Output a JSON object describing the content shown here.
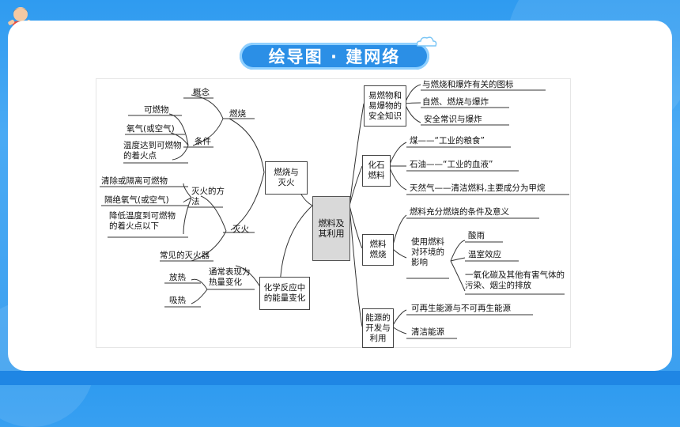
{
  "header": {
    "title": "绘导图 · 建网络"
  },
  "colors": {
    "background": "#3b9fef",
    "title_pill": "#2b8fe6",
    "center_box": "#d9d9d9",
    "line": "#333333"
  },
  "mindmap": {
    "center": "燃料及其利用",
    "combustion": {
      "title": "燃烧与灭火",
      "burning": {
        "label": "燃烧",
        "concept": "概念",
        "conditions": {
          "label": "条件",
          "items": [
            "可燃物",
            "氧气(或空气)",
            "温度达到可燃物的着火点"
          ]
        }
      },
      "extinguish": {
        "label": "灭火",
        "methods": {
          "label": "灭火的方法",
          "items": [
            "清除或隔离可燃物",
            "隔绝氧气(或空气)",
            "降低温度到可燃物的着火点以下"
          ]
        },
        "extinguishers": "常见的灭火器"
      }
    },
    "energy_change": {
      "title": "化学反应中的能量变化",
      "sub": "通常表现为热量变化",
      "items": [
        "放热",
        "吸热"
      ]
    },
    "safety": {
      "title": "易燃物和易爆物的安全知识",
      "items": [
        "与燃烧和爆炸有关的图标",
        "自燃、燃烧与爆炸",
        "安全常识与爆炸"
      ]
    },
    "fossil": {
      "title": "化石燃料",
      "items": [
        "煤——“工业的粮食”",
        "石油——“工业的血液”",
        "天然气——清洁燃料,主要成分为甲烷"
      ]
    },
    "fuel_burning": {
      "title": "燃料燃烧",
      "full": "燃料充分燃烧的条件及意义",
      "impact": {
        "label": "使用燃料对环境的影响",
        "items": [
          "酸雨",
          "温室效应",
          "一氧化碳及其他有害气体的污染、烟尘的排放"
        ]
      }
    },
    "energy_dev": {
      "title": "能源的开发与利用",
      "items": [
        "可再生能源与不可再生能源",
        "清洁能源"
      ]
    }
  }
}
